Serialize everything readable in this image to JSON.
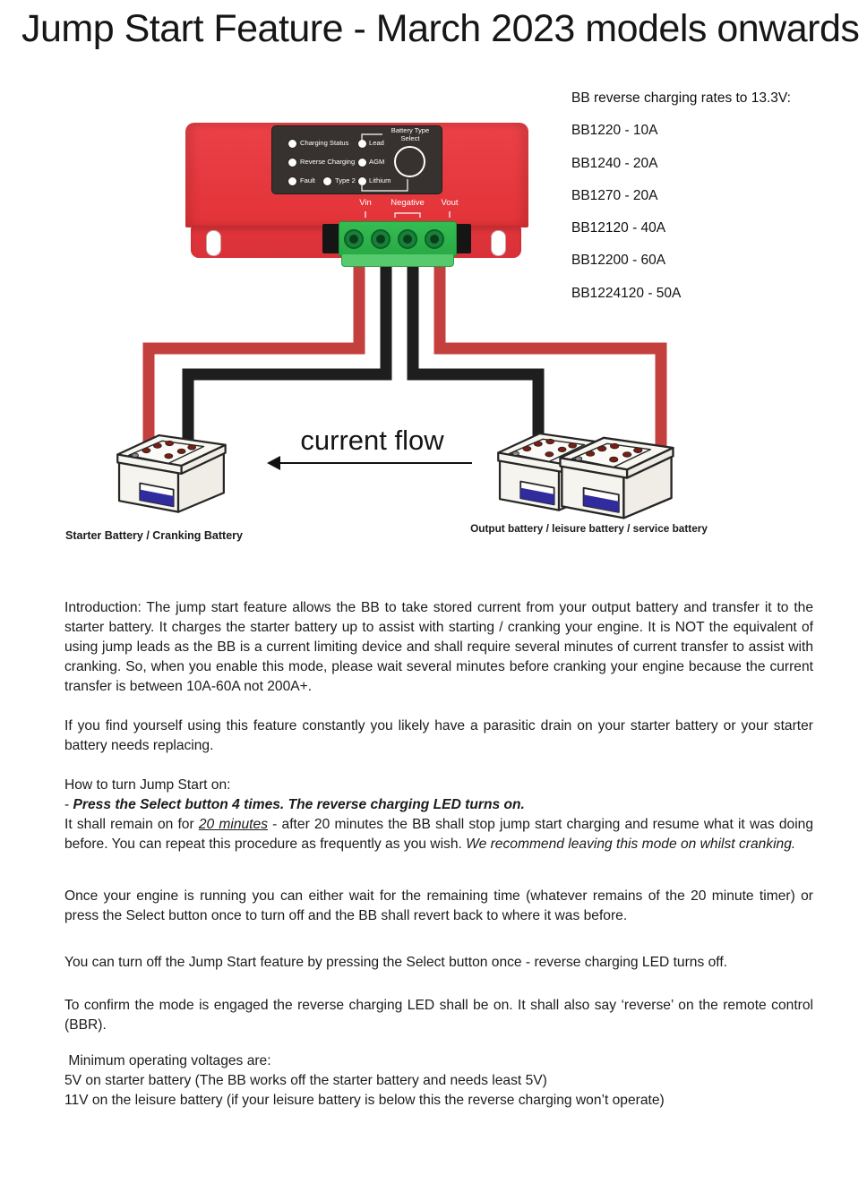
{
  "page_title": "Jump Start Feature - March 2023 models onwards",
  "device": {
    "panel": {
      "led_charging_status": "Charging Status",
      "led_reverse_charging": "Reverse Charging",
      "led_fault": "Fault",
      "led_type2": "Type 2",
      "battery_type_lead": "Lead",
      "battery_type_agm": "AGM",
      "battery_type_lithium": "Lithium",
      "select_label": "Battery Type Select"
    },
    "terminals": {
      "vin": "Vin",
      "negative": "Negative",
      "vout": "Vout"
    }
  },
  "rates": {
    "heading": "BB reverse charging rates to 13.3V:",
    "items": [
      "BB1220 - 10A",
      "BB1240 - 20A",
      "BB1270 - 20A",
      "BB12120 - 40A",
      "BB12200 - 60A",
      "BB1224120 - 50A"
    ]
  },
  "diagram_labels": {
    "current_flow": "current flow",
    "starter_battery": "Starter Battery / Cranking Battery",
    "output_battery": "Output battery / leisure battery / service battery"
  },
  "colors": {
    "device_red": "#e63b41",
    "wire_red": "#c4403f",
    "wire_black": "#1e1e1e",
    "terminal_green": "#2fb44c",
    "battery_label_blue": "#312c9e",
    "panel_dark": "#37322f"
  },
  "content": {
    "p1": "Introduction: The jump start feature allows the BB to take stored current from your output battery and transfer it to the starter battery. It charges the starter battery up to assist with starting / cranking your engine. It is NOT the equivalent of using jump leads as the BB is a current limiting device and shall require several minutes of current transfer to assist with cranking. So, when you enable this mode, please wait several minutes before cranking your engine because the current transfer is between 10A-60A not 200A+.",
    "p2": "If you find yourself using this feature constantly you likely have a parasitic drain on your starter battery or your starter battery needs replacing.",
    "p3": {
      "heading": "How to turn Jump Start on:",
      "bullet_prefix": "- ",
      "bullet_bold": "Press the Select button 4 times. The reverse charging LED turns on.",
      "body_pre": "It shall remain on for ",
      "body_underlined": "20 minutes",
      "body_mid": " - after 20 minutes the BB shall stop jump start charging and resume what it was doing before. You can repeat this procedure as frequently as you wish. ",
      "body_italic": "We recommend leaving this mode on whilst cranking."
    },
    "p4": "Once your engine is running you can either wait for the remaining time (whatever remains of the 20 minute timer) or press the Select button once to turn off and the BB shall revert back to where it was before.",
    "p5": "You can turn off the Jump Start feature by pressing the Select button once - reverse charging LED turns off.",
    "p6": "To confirm the mode is engaged the reverse charging LED shall be on. It shall also say ‘reverse’ on the remote control (BBR).",
    "p7": {
      "line1": " Minimum operating voltages are:",
      "line2": "5V on starter battery (The BB works off the starter battery and needs least 5V)",
      "line3": "11V on the leisure battery (if your leisure battery is below this the reverse charging won’t operate)"
    }
  }
}
